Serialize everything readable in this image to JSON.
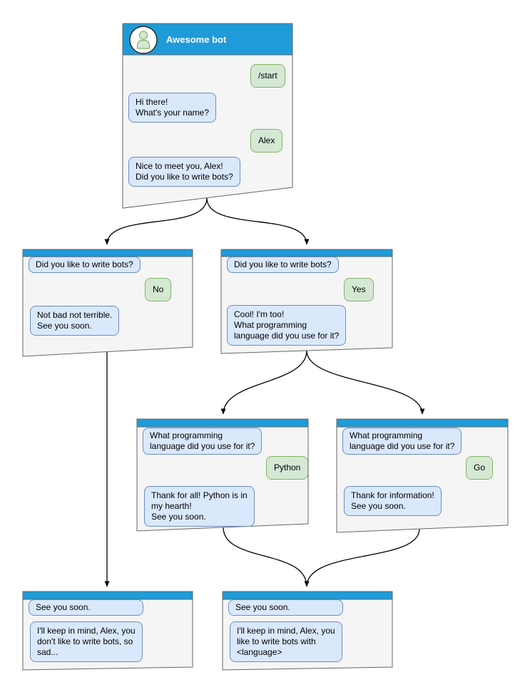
{
  "colors": {
    "header_blue": "#1e9bd8",
    "window_fill": "#f5f5f5",
    "window_border": "#666666",
    "bot_bubble_fill": "#dae8fc",
    "bot_bubble_border": "#6c8ebf",
    "user_bubble_fill": "#d5e8d4",
    "user_bubble_border": "#82b366",
    "connector": "#000000"
  },
  "root_window": {
    "title": "Awesome bot",
    "avatar_icon": "user-icon",
    "messages": [
      {
        "from": "user",
        "text": "/start"
      },
      {
        "from": "bot",
        "text": "Hi there!\nWhat's your name?"
      },
      {
        "from": "user",
        "text": "Alex"
      },
      {
        "from": "bot",
        "text": "Nice to meet you, Alex!\nDid you like to write bots?"
      }
    ]
  },
  "no_window": {
    "messages": [
      {
        "from": "bot",
        "text": "Did you like to write bots?"
      },
      {
        "from": "user",
        "text": "No"
      },
      {
        "from": "bot",
        "text": "Not bad not terrible.\nSee you soon."
      }
    ]
  },
  "yes_window": {
    "messages": [
      {
        "from": "bot",
        "text": "Did you like to write bots?"
      },
      {
        "from": "user",
        "text": "Yes"
      },
      {
        "from": "bot",
        "text": "Cool! I'm too!\nWhat programming\nlanguage did you use for it?"
      }
    ]
  },
  "python_window": {
    "messages": [
      {
        "from": "bot",
        "text": "What programming\nlanguage did you use for it?"
      },
      {
        "from": "user",
        "text": "Python"
      },
      {
        "from": "bot",
        "text": "Thank for all! Python is in\nmy hearth!\nSee you soon."
      }
    ]
  },
  "go_window": {
    "messages": [
      {
        "from": "bot",
        "text": "What programming\nlanguage did you use for it?"
      },
      {
        "from": "user",
        "text": "Go"
      },
      {
        "from": "bot",
        "text": "Thank for information!\nSee you soon."
      }
    ]
  },
  "end_no_window": {
    "messages": [
      {
        "from": "bot",
        "text": "See you soon."
      },
      {
        "from": "bot",
        "text": "I'll keep in mind, Alex, you\ndon't like to write bots, so\nsad..."
      }
    ]
  },
  "end_yes_window": {
    "messages": [
      {
        "from": "bot",
        "text": "See you soon."
      },
      {
        "from": "bot",
        "text": "I'll keep in mind, Alex, you\nlike to write bots with\n<language>"
      }
    ]
  }
}
